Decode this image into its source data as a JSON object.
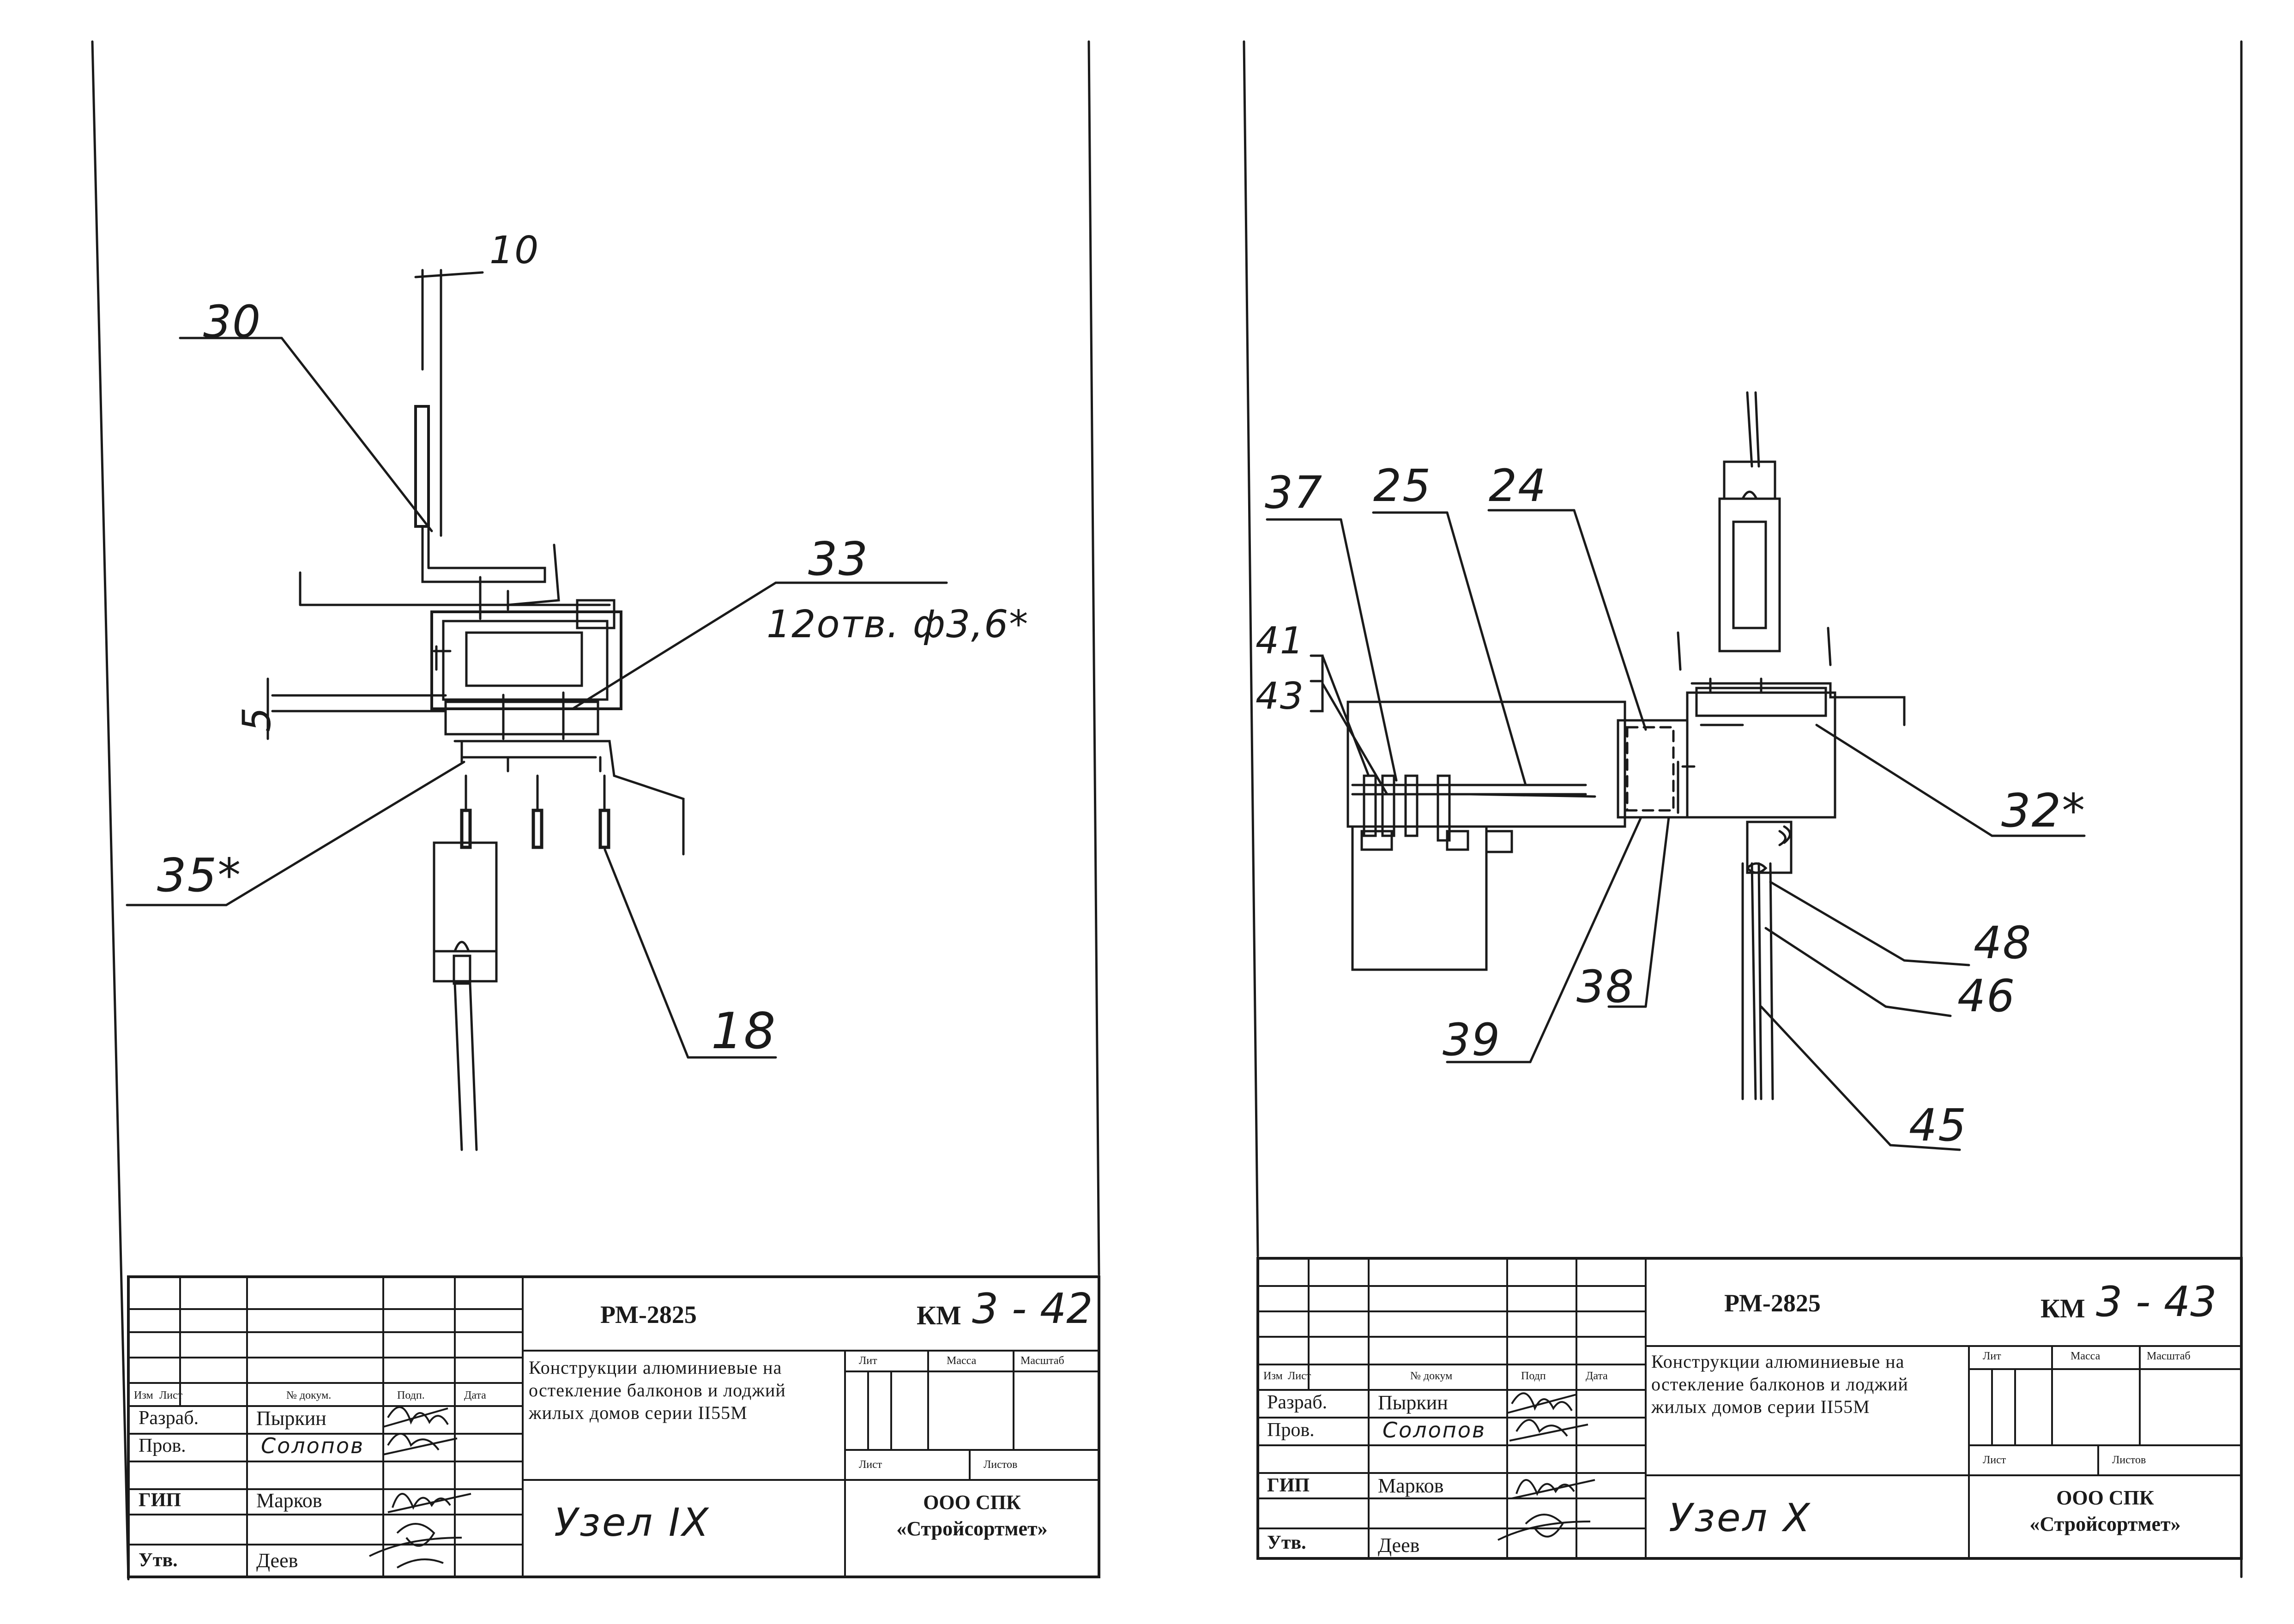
{
  "sheets": [
    {
      "drawing_labels": [
        "10",
        "30",
        "33",
        "12отв. ф3,6*",
        "5",
        "35*",
        "18"
      ],
      "title_block": {
        "code": "РМ-2825",
        "sheet_prefix": "КМ",
        "sheet_number": "3 - 42",
        "description": "Конструкции алюминиевые на остекление балконов и лоджий жилых домов серии II55М",
        "node_label": "Узел IX",
        "organization_line1": "ООО СПК",
        "organization_line2": "«Стройсортмет»",
        "col_headers": {
          "izm": "Изм",
          "list": "Лист",
          "doc": "№ докум.",
          "sign": "Подп.",
          "date": "Дата"
        },
        "right_headers": {
          "lit": "Лит",
          "mass": "Масса",
          "scale": "Масштаб",
          "sheet": "Лист",
          "sheets": "Листов"
        },
        "rows": [
          {
            "role": "Разраб.",
            "name": "Пыркин"
          },
          {
            "role": "Пров.",
            "name": "Солопов"
          },
          {
            "role": "ГИП",
            "name": "Марков"
          },
          {
            "role": "Утв.",
            "name": "Деев"
          }
        ]
      }
    },
    {
      "drawing_labels": [
        "37",
        "25",
        "24",
        "41",
        "43",
        "32*",
        "48",
        "46",
        "38",
        "39",
        "45"
      ],
      "title_block": {
        "code": "РМ-2825",
        "sheet_prefix": "КМ",
        "sheet_number": "3 - 43",
        "description": "Конструкции алюминиевые на остекление балконов и лоджий жилых домов серии II55М",
        "node_label": "Узел X",
        "organization_line1": "ООО СПК",
        "organization_line2": "«Стройсортмет»",
        "col_headers": {
          "izm": "Изм",
          "list": "Лист",
          "doc": "№ докум",
          "sign": "Подп",
          "date": "Дата"
        },
        "right_headers": {
          "lit": "Лит",
          "mass": "Масса",
          "scale": "Масштаб",
          "sheet": "Лист",
          "sheets": "Листов"
        },
        "rows": [
          {
            "role": "Разраб.",
            "name": "Пыркин"
          },
          {
            "role": "Пров.",
            "name": "Солопов"
          },
          {
            "role": "ГИП",
            "name": "Марков"
          },
          {
            "role": "Утв.",
            "name": "Деев"
          }
        ]
      }
    }
  ]
}
